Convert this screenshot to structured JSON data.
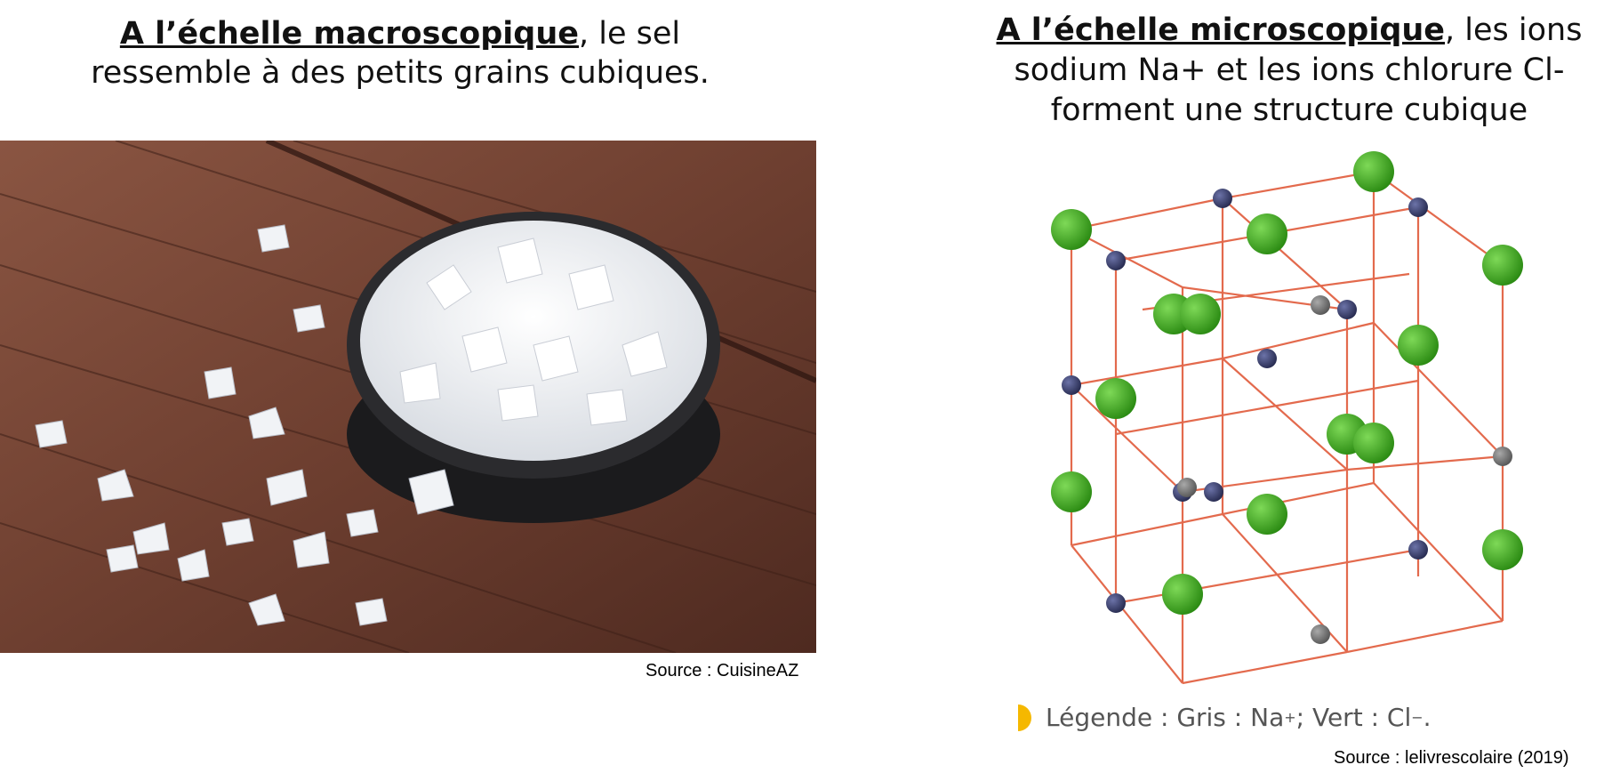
{
  "left": {
    "heading_bold": "A l’échelle macroscopique",
    "heading_rest": ", le sel ressemble à des petits grains cubiques.",
    "source": "Source : CuisineAZ"
  },
  "right": {
    "heading_bold": "A l’échelle microscopique",
    "heading_rest": ", les ions sodium Na+ et les ions chlorure Cl- forment une structure cubique",
    "legend_prefix": "Légende : Gris : Na",
    "legend_na_charge": "+",
    "legend_mid": " ; Vert : Cl",
    "legend_cl_charge": "−",
    "legend_end": ".",
    "source": "Source : lelivrescolaire (2019)"
  },
  "colors": {
    "chloride": "#3fae1e",
    "sodium": "#3a3f6a",
    "bond": "#e05a3a",
    "legend_mark": "#f5b800"
  }
}
